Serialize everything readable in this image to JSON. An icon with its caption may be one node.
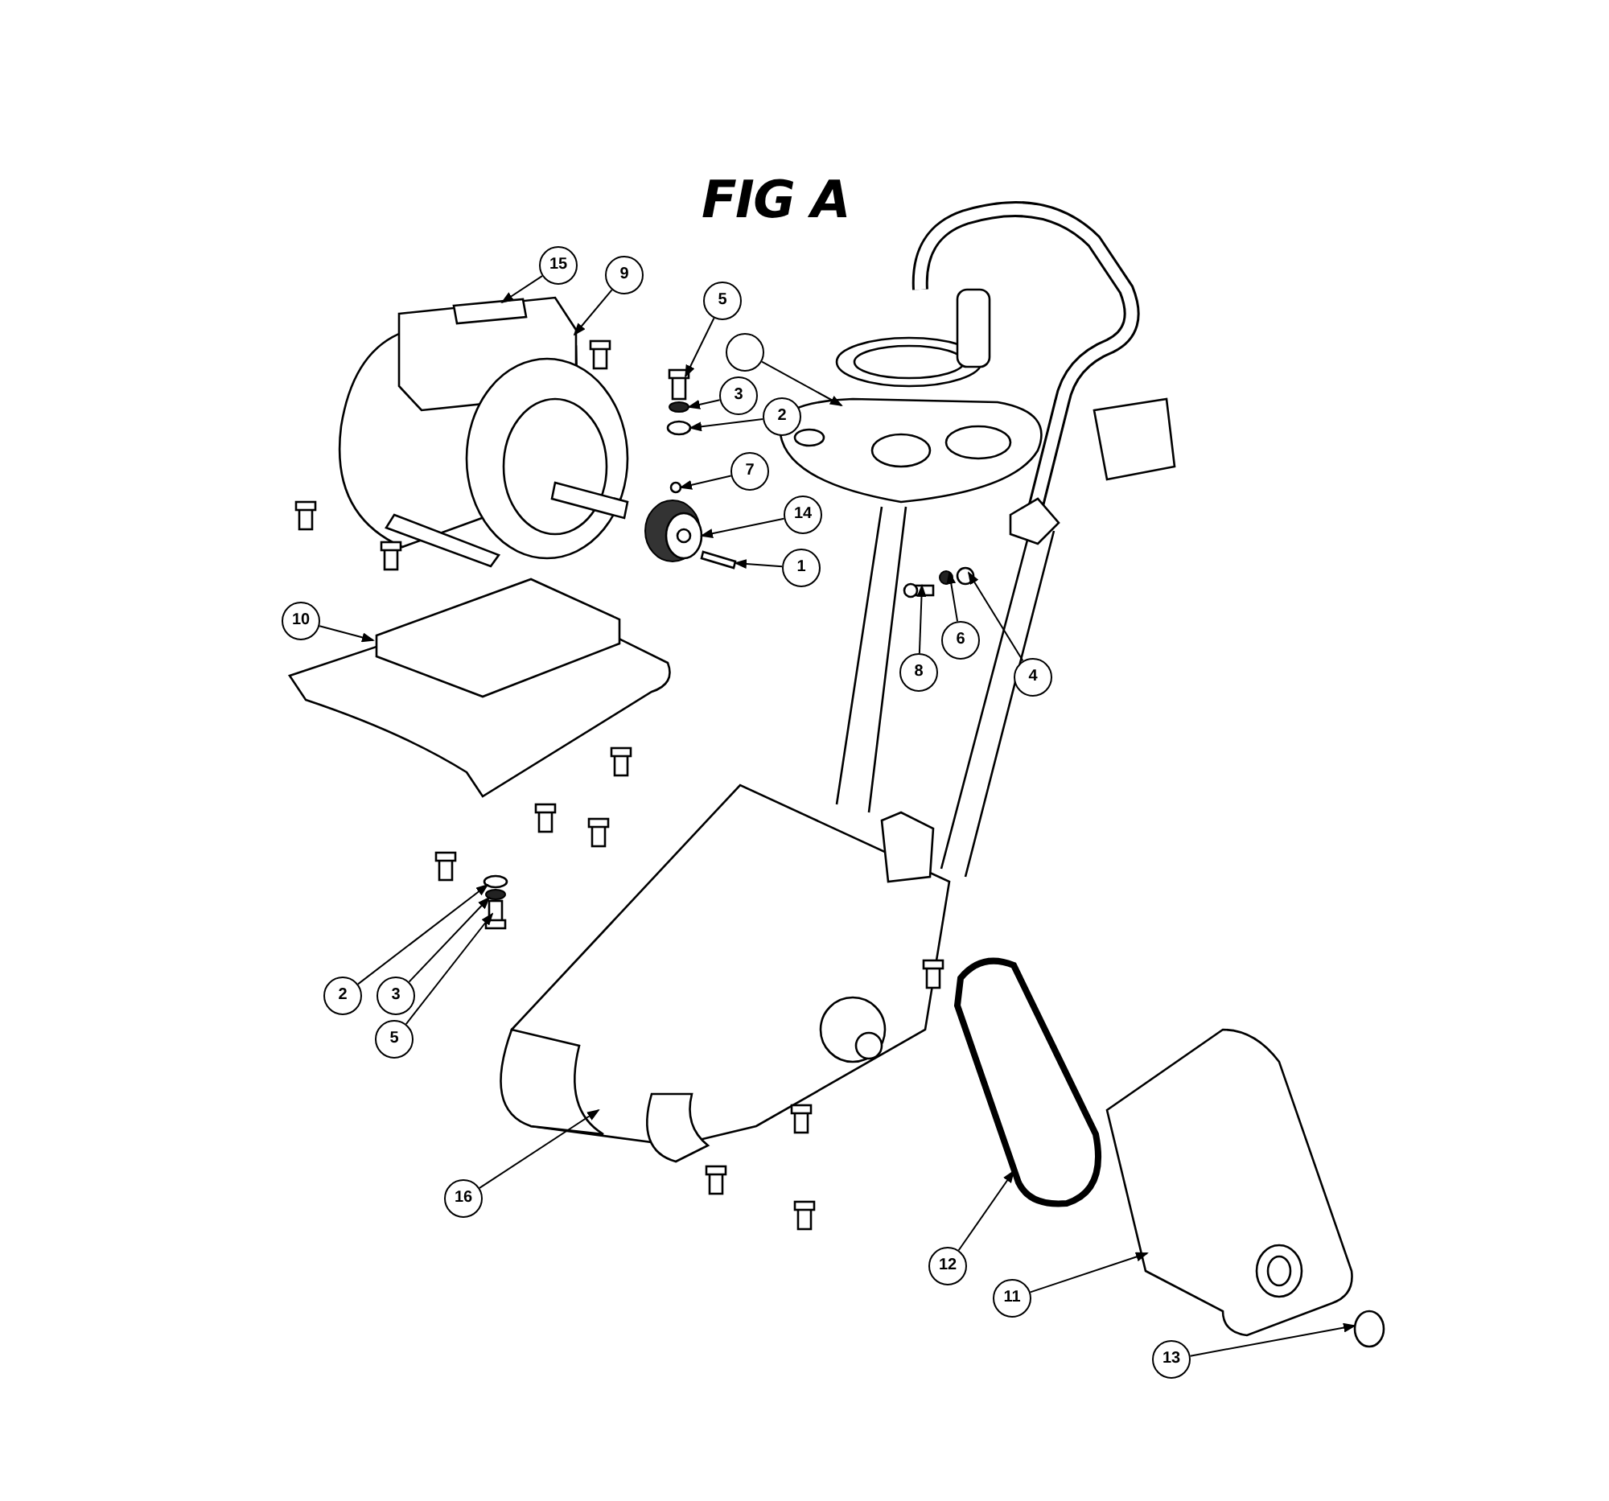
{
  "diagram": {
    "title": "FIG A",
    "nodes": [
      {
        "text": [
          "15"
        ]
      },
      {
        "text": [
          "9"
        ]
      },
      {
        "text": [
          "5"
        ]
      },
      {
        "text": [],
        "shape": "circle"
      },
      {
        "text": [
          "3"
        ]
      },
      {
        "text": [
          "2"
        ]
      },
      {
        "text": [
          "7"
        ]
      },
      {
        "text": [
          "14"
        ]
      },
      {
        "text": [
          "1"
        ]
      },
      {
        "text": [
          "10"
        ]
      },
      {
        "text": [
          "8"
        ]
      },
      {
        "text": [
          "6"
        ]
      },
      {
        "text": [
          "4"
        ]
      },
      {
        "text": [
          "2"
        ]
      },
      {
        "text": [
          "3"
        ]
      },
      {
        "text": [
          "5"
        ]
      },
      {
        "text": [
          "16"
        ]
      },
      {
        "text": [
          "12"
        ]
      },
      {
        "text": [
          "11"
        ]
      },
      {
        "text": [
          "13"
        ]
      },
      {
        "text": [],
        "shape": "box"
      },
      {
        "text": [],
        "shape": "picture"
      },
      {
        "text": [],
        "shape": "box"
      },
      {
        "text": [],
        "shape": "picture"
      },
      {
        "text": [],
        "shape": "circle"
      },
      {
        "text": [],
        "shape": "circle"
      },
      {
        "text": [],
        "shape": "circle"
      },
      {
        "text": [],
        "shape": "picture"
      },
      {
        "text": [],
        "shape": "box"
      },
      {
        "text": [],
        "shape": "picture"
      },
      {
        "text": [],
        "shape": "box"
      },
      {
        "text": [],
        "shape": "circle"
      },
      {
        "text": [],
        "shape": "circle"
      },
      {
        "text": [],
        "shape": "circle"
      },
      {
        "text": [],
        "shape": "circle"
      },
      {
        "text": [],
        "shape": "box"
      },
      {
        "text": [],
        "shape": "picture"
      },
      {
        "text": [],
        "shape": "picture"
      },
      {
        "text": [],
        "shape": "picture"
      },
      {
        "text": [],
        "shape": "circle"
      }
    ],
    "edges": [
      {
        "from": 0,
        "to": 20,
        "arrow": "to"
      },
      {
        "from": 1,
        "to": 21,
        "arrow": "to"
      },
      {
        "from": 2,
        "to": 22,
        "arrow": "to"
      },
      {
        "from": 3,
        "to": 23,
        "arrow": "to"
      },
      {
        "from": 4,
        "to": 24,
        "arrow": "to"
      },
      {
        "from": 5,
        "to": 25,
        "arrow": "to"
      },
      {
        "from": 6,
        "to": 26,
        "arrow": "to"
      },
      {
        "from": 7,
        "to": 27,
        "arrow": "to"
      },
      {
        "from": 8,
        "to": 28,
        "arrow": "to"
      },
      {
        "from": 9,
        "to": 29,
        "arrow": "to"
      },
      {
        "from": 10,
        "to": 30,
        "arrow": "to"
      },
      {
        "from": 11,
        "to": 31,
        "arrow": "to"
      },
      {
        "from": 12,
        "to": 32,
        "arrow": "to"
      },
      {
        "from": 13,
        "to": 33,
        "arrow": "to"
      },
      {
        "from": 14,
        "to": 34,
        "arrow": "to"
      },
      {
        "from": 15,
        "to": 35,
        "arrow": "to"
      },
      {
        "from": 16,
        "to": 36,
        "arrow": "to"
      },
      {
        "from": 17,
        "to": 37,
        "arrow": "to"
      },
      {
        "from": 18,
        "to": 38,
        "arrow": "to"
      },
      {
        "from": 19,
        "to": 39,
        "arrow": "to"
      }
    ]
  }
}
